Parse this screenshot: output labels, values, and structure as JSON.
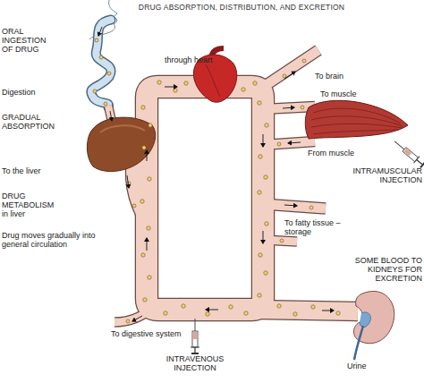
{
  "diagram": {
    "title": "DRUG ABSORPTION, DISTRIBUTION, AND EXCRETION",
    "labels": [
      "ORAL INGESTION OF DRUG",
      "through heart",
      "Digestion",
      "To brain",
      "To muscle",
      "GRADUAL ABSORPTION",
      "From muscle",
      "To the liver",
      "INTRAMUSCULAR INJECTION",
      "DRUG METABOLISM in liver",
      "To fatty tissue – storage",
      "Drug moves gradually into general circulation",
      "SOME BLOOD TO KIDNEYS FOR EXCRETION",
      "To digestive system",
      "INTRAVENOUS INJECTION",
      "Urine"
    ]
  }
}
